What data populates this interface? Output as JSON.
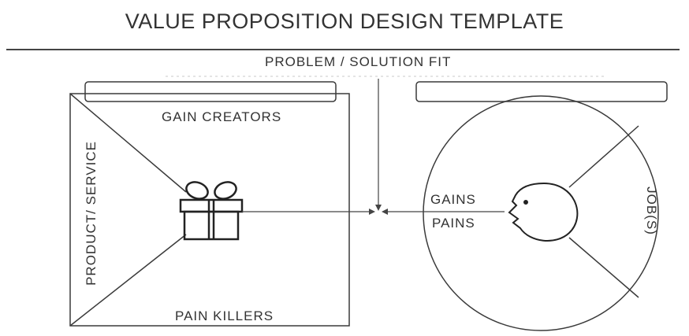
{
  "title": "VALUE PROPOSITION DESIGN TEMPLATE",
  "fit_label": "PROBLEM / SOLUTION FIT",
  "value_map": {
    "product_service": "PRODUCT/ SERVICE",
    "gain_creators": "GAIN CREATORS",
    "pain_killers": "PAIN KILLERS"
  },
  "customer_profile": {
    "gains": "GAINS",
    "pains": "PAINS",
    "jobs": "JOB(S)"
  },
  "colors": {
    "ink": "#333333",
    "line": "#3a3a3a",
    "background": "#ffffff"
  }
}
